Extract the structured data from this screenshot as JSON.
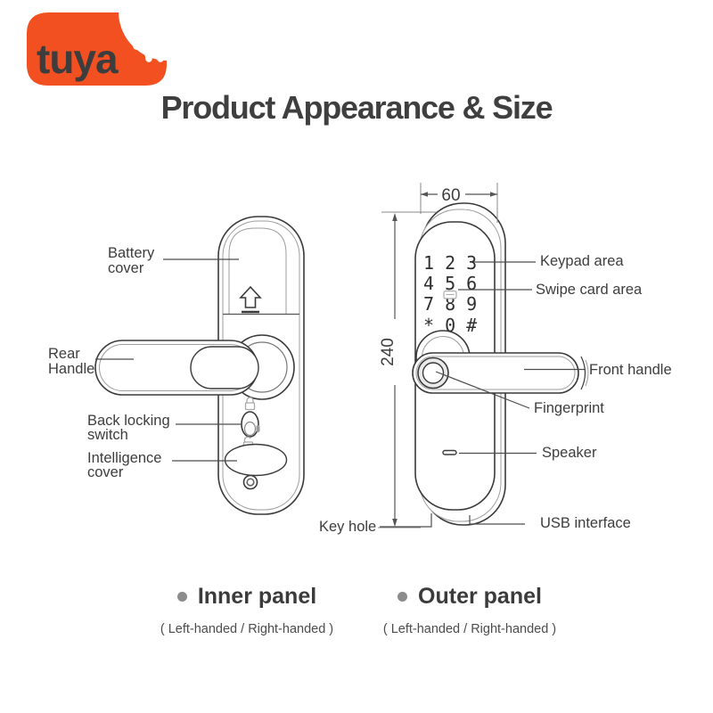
{
  "logo": {
    "brand": "tuya",
    "color": "#F35022"
  },
  "title": "Product Appearance & Size",
  "dimensions": {
    "width_label": "60",
    "height_label": "240"
  },
  "keypad": {
    "rows": [
      "1 2 3",
      "4 5 6",
      "7 8 9",
      "* 0 #"
    ]
  },
  "labels": {
    "inner": {
      "battery_cover": [
        "Battery",
        "cover"
      ],
      "rear_handle": [
        "Rear",
        "Handle"
      ],
      "back_locking_switch": [
        "Back locking",
        "switch"
      ],
      "intelligence_cover": [
        "Intelligence",
        "cover"
      ]
    },
    "outer": {
      "keypad_area": "Keypad area",
      "swipe_card_area": "Swipe card area",
      "front_handle": "Front handle",
      "fingerprint": "Fingerprint",
      "speaker": "Speaker",
      "key_hole": "Key hole",
      "usb_interface": "USB interface"
    }
  },
  "footer": {
    "inner_panel": {
      "title": "Inner panel",
      "subtitle": "( Left-handed / Right-handed )"
    },
    "outer_panel": {
      "title": "Outer panel",
      "subtitle": "( Left-handed / Right-handed )"
    }
  }
}
